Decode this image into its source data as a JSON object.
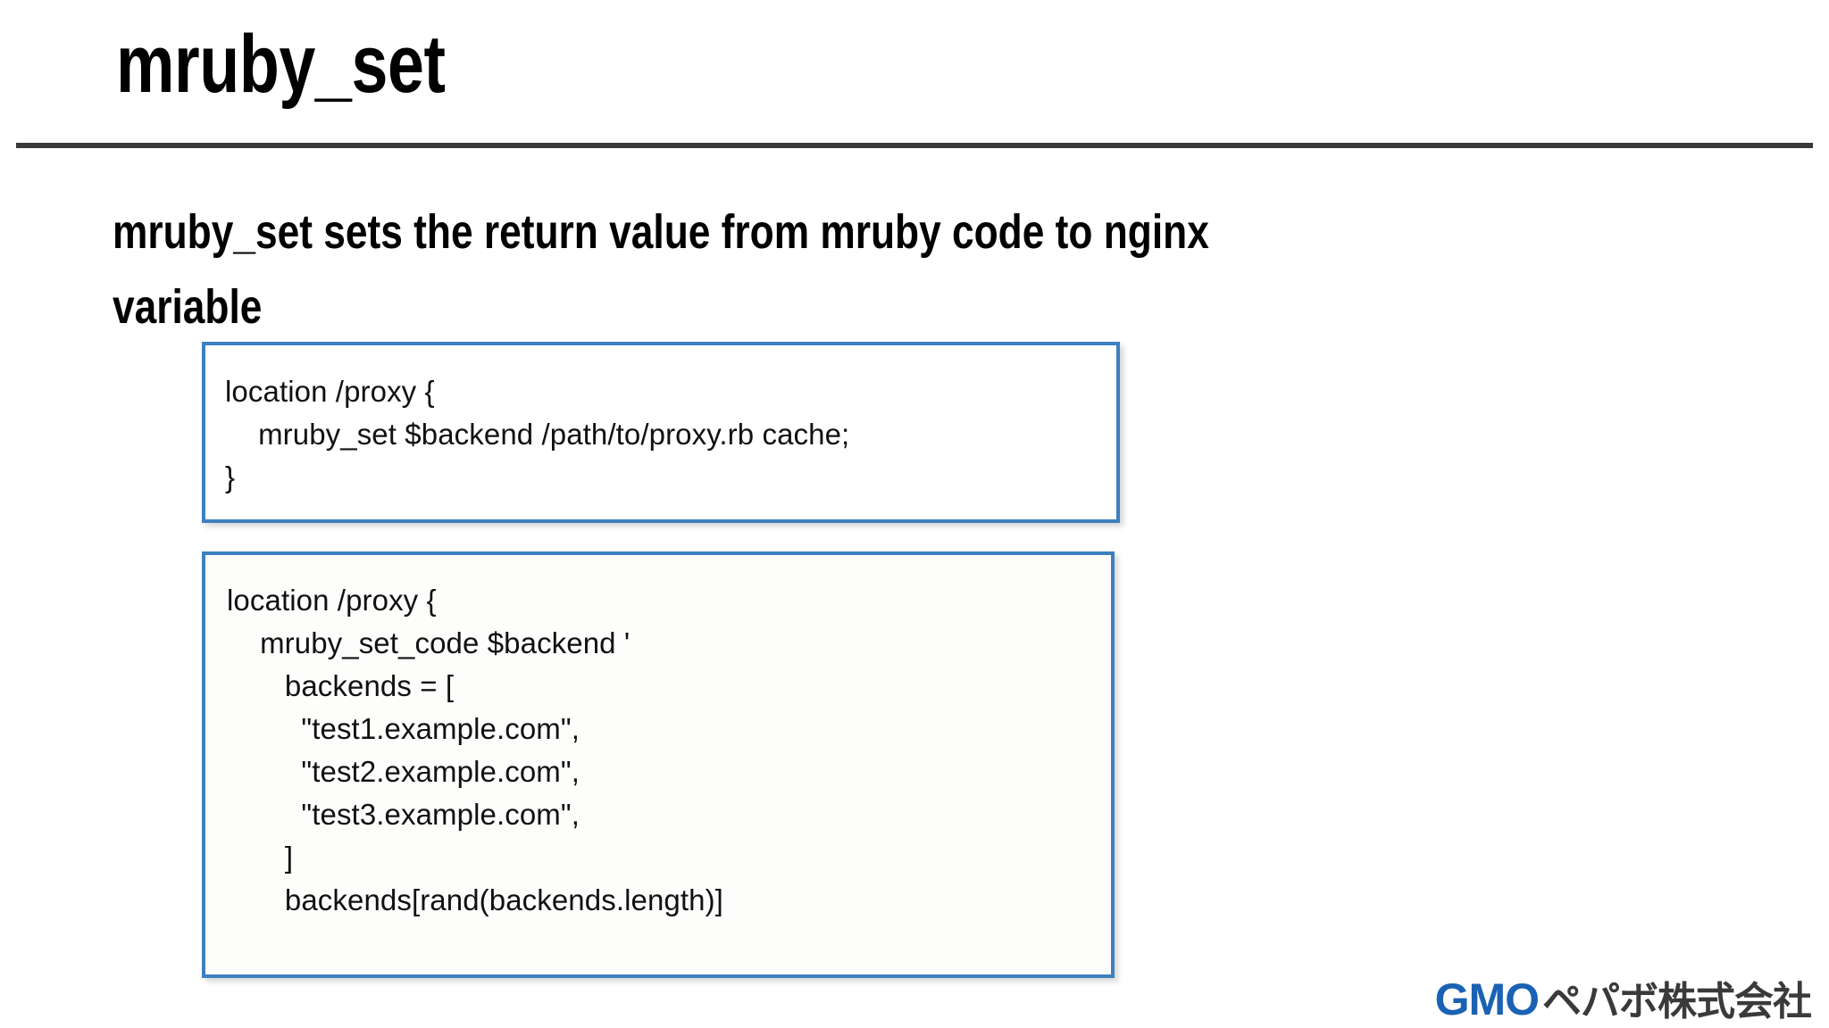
{
  "slide": {
    "title": "mruby_set",
    "subtitle_lines": [
      "mruby_set sets the return value from mruby code to nginx",
      "variable"
    ],
    "rule_color": "#3a3a3a"
  },
  "code_blocks": [
    {
      "id": "code-box-1",
      "border_color": "#3d80bf",
      "background": "#ffffff",
      "code": "location /proxy {\n    mruby_set $backend /path/to/proxy.rb cache;\n}"
    },
    {
      "id": "code-box-2",
      "border_color": "#3d80bf",
      "background": "#fdfefb",
      "code": "location /proxy {\n    mruby_set_code $backend '\n       backends = [\n         \"test1.example.com\",\n         \"test2.example.com\",\n         \"test3.example.com\",\n       ]\n       backends[rand(backends.length)]"
    }
  ],
  "footer": {
    "logo_gmo": "GMO",
    "logo_pepabo": "ペパボ株式会社",
    "gmo_color": "#1a62b3",
    "pepabo_color": "#3a3a3a"
  }
}
